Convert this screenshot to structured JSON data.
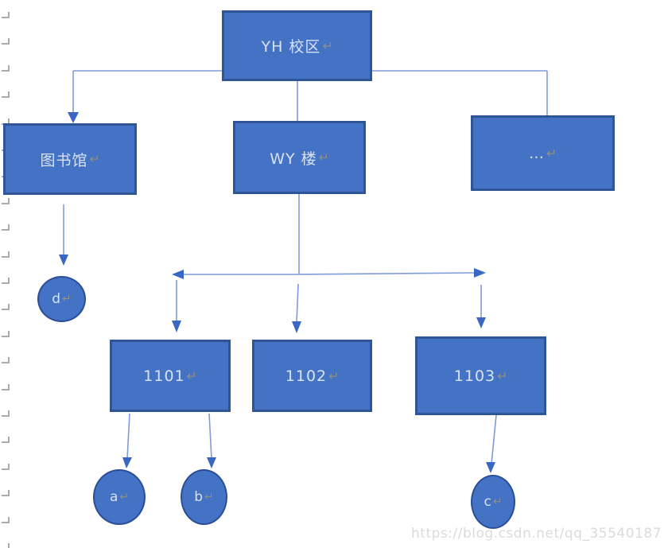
{
  "diagram": {
    "type": "tree",
    "line_break_mark": "↵",
    "nodes": [
      {
        "id": "yh",
        "label": "YH 校区",
        "shape": "rect"
      },
      {
        "id": "library",
        "label": "图书馆",
        "shape": "rect"
      },
      {
        "id": "wy",
        "label": "WY 楼",
        "shape": "rect"
      },
      {
        "id": "ellipsis",
        "label": "…",
        "shape": "rect"
      },
      {
        "id": "r1101",
        "label": "1101",
        "shape": "rect"
      },
      {
        "id": "r1102",
        "label": "1102",
        "shape": "rect"
      },
      {
        "id": "r1103",
        "label": "1103",
        "shape": "rect"
      },
      {
        "id": "d",
        "label": "d",
        "shape": "ellipse"
      },
      {
        "id": "a",
        "label": "a",
        "shape": "ellipse"
      },
      {
        "id": "b",
        "label": "b",
        "shape": "ellipse"
      },
      {
        "id": "c",
        "label": "c",
        "shape": "ellipse"
      }
    ],
    "edges": [
      {
        "from": "yh",
        "to": "library"
      },
      {
        "from": "yh",
        "to": "wy"
      },
      {
        "from": "yh",
        "to": "ellipsis"
      },
      {
        "from": "library",
        "to": "d"
      },
      {
        "from": "wy",
        "to": "r1101"
      },
      {
        "from": "wy",
        "to": "r1102"
      },
      {
        "from": "wy",
        "to": "r1103"
      },
      {
        "from": "r1101",
        "to": "a"
      },
      {
        "from": "r1101",
        "to": "b"
      },
      {
        "from": "r1103",
        "to": "c"
      }
    ],
    "colors": {
      "node_fill": "#4472C4",
      "node_border": "#2F5597",
      "node_text": "#D9E2F3",
      "connector": "#7E9BD9",
      "arrowhead": "#3A66C4",
      "break_mark": "#8E9087",
      "margin_mark": "#ABABAB",
      "watermark": "#DBDBDB"
    }
  },
  "page": {
    "margin_mark_count": 21
  },
  "watermark": {
    "text": "https://blog.csdn.net/qq_35540187"
  }
}
